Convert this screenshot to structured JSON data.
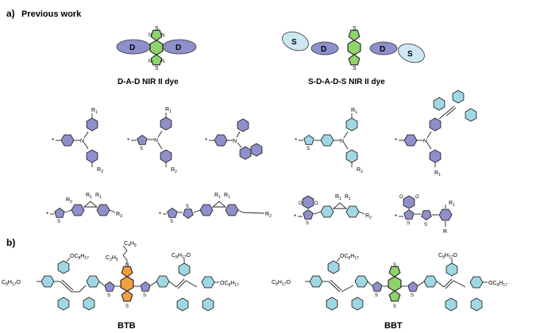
{
  "panel_a": {
    "tag": "a)",
    "title": "Previous work",
    "scheme_left": {
      "caption": "D-A-D NIR II dye",
      "donor": "D"
    },
    "scheme_right": {
      "caption": "S-D-A-D-S NIR II dye",
      "donor": "D",
      "shield": "S"
    },
    "core_atoms": {
      "S": "S",
      "N": "N"
    },
    "subst": {
      "R1": "R",
      "R2": "R",
      "R3": "R",
      "R": "R",
      "sub1": "1",
      "sub2": "2",
      "sub3": "3",
      "star": "*",
      "O": "O",
      "S": "S",
      "N": "N"
    }
  },
  "panel_b": {
    "tag": "b)",
    "left_name": "BTB",
    "right_name": "BBT",
    "alkoxy": "OC",
    "alkoxy_rev": "C",
    "alkyl_C": "C",
    "alkyl_H": "H",
    "n8": "8",
    "n17": "17",
    "n4": "4",
    "n9": "9",
    "n2": "2",
    "n5": "5",
    "O": "O"
  },
  "colors": {
    "donor": "#8e90cc",
    "acceptor": "#8fd36d",
    "acceptor_orange": "#f0a040",
    "phenyl": "#9fd8e4",
    "shield": "#cde8f3",
    "thiophene_blue": "#8e90cc"
  },
  "icons": [
    "benzothiadiazole-core",
    "phenyl-ring",
    "thiophene-ring",
    "donor-ellipse",
    "shield-ellipse"
  ]
}
